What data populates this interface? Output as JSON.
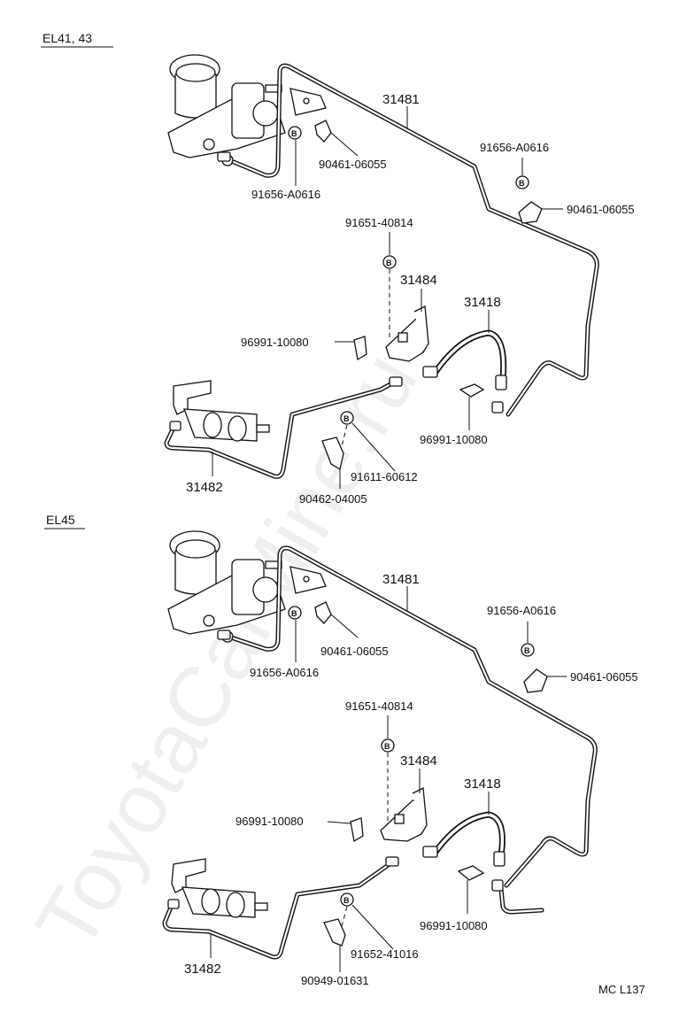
{
  "watermark": "ToyotaCarMine.ru",
  "badge": "B",
  "footer_code": "MC L137",
  "sections": [
    {
      "title": "EL41, 43",
      "labels": {
        "pipe_front": "31481",
        "pipe_rear": "31482",
        "bracket": "31484",
        "hose": "31418",
        "union_bolt_left": "91656-A0616",
        "clip_left": "90461-06055",
        "union_bolt_right": "91656-A0616",
        "clip_right": "90461-06055",
        "bolt_bracket": "91651-40814",
        "hose_clip_left": "96991-10080",
        "hose_clip_right": "96991-10080",
        "bolt_lower": "91611-60612",
        "clamp_lower": "90462-04005"
      }
    },
    {
      "title": "EL45",
      "labels": {
        "pipe_front": "31481",
        "pipe_rear": "31482",
        "bracket": "31484",
        "hose": "31418",
        "union_bolt_left": "91656-A0616",
        "clip_left": "90461-06055",
        "union_bolt_right": "91656-A0616",
        "clip_right": "90461-06055",
        "bolt_bracket": "91651-40814",
        "hose_clip_left": "96991-10080",
        "hose_clip_right": "96991-10080",
        "bolt_lower": "91652-41016",
        "clamp_lower": "90949-01631"
      }
    }
  ]
}
